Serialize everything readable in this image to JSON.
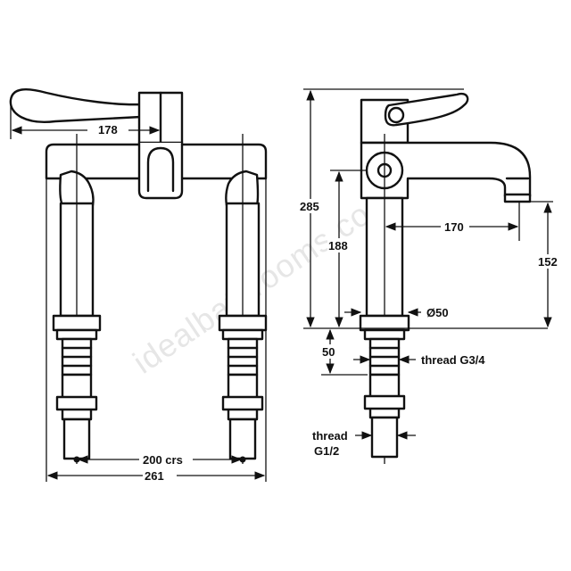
{
  "watermark": "idealbathrooms.com",
  "dimensions": {
    "lever_reach": "178",
    "centres": "200 crs",
    "overall_width": "261",
    "total_height": "285",
    "height_188": "188",
    "spout_reach": "170",
    "spout_height": "152",
    "base_diameter": "Ø50",
    "shank_length": "50",
    "thread_upper": "thread G3/4",
    "thread_lower_1": "thread",
    "thread_lower_2": "G1/2"
  }
}
